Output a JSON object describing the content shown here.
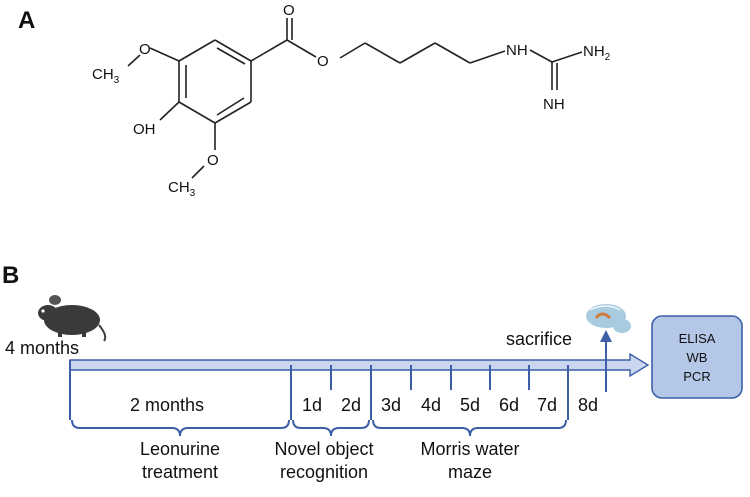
{
  "panel_a": {
    "label": "A",
    "atoms": {
      "carbonyl_o": "O",
      "ester_o": "O",
      "methoxy_top_o": "O",
      "methoxy_top_ch": "CH",
      "methoxy_top_sub": "3",
      "hydroxyl": "OH",
      "methoxy_bottom_o": "O",
      "methoxy_bottom_ch": "CH",
      "methoxy_bottom_sub": "3",
      "nh": "NH",
      "nh2": "NH",
      "nh2_sub": "2",
      "imine": "NH"
    }
  },
  "panel_b": {
    "label": "B",
    "start_age": "4 months",
    "sacrifice": "sacrifice",
    "treatment_duration": "2 months",
    "days": [
      "1d",
      "2d",
      "3d",
      "4d",
      "5d",
      "6d",
      "7d",
      "8d"
    ],
    "phases": [
      {
        "line1": "Leonurine",
        "line2": "treatment"
      },
      {
        "line1": "Novel object",
        "line2": "recognition"
      },
      {
        "line1": "Morris water",
        "line2": "maze"
      }
    ],
    "assays": [
      "ELISA",
      "WB",
      "PCR"
    ],
    "colors": {
      "timeline": "#3c5fa8",
      "arrow_fill": "#c9d6ee",
      "box_fill": "#b4c7e7",
      "mouse": "#3a3a3a"
    }
  }
}
